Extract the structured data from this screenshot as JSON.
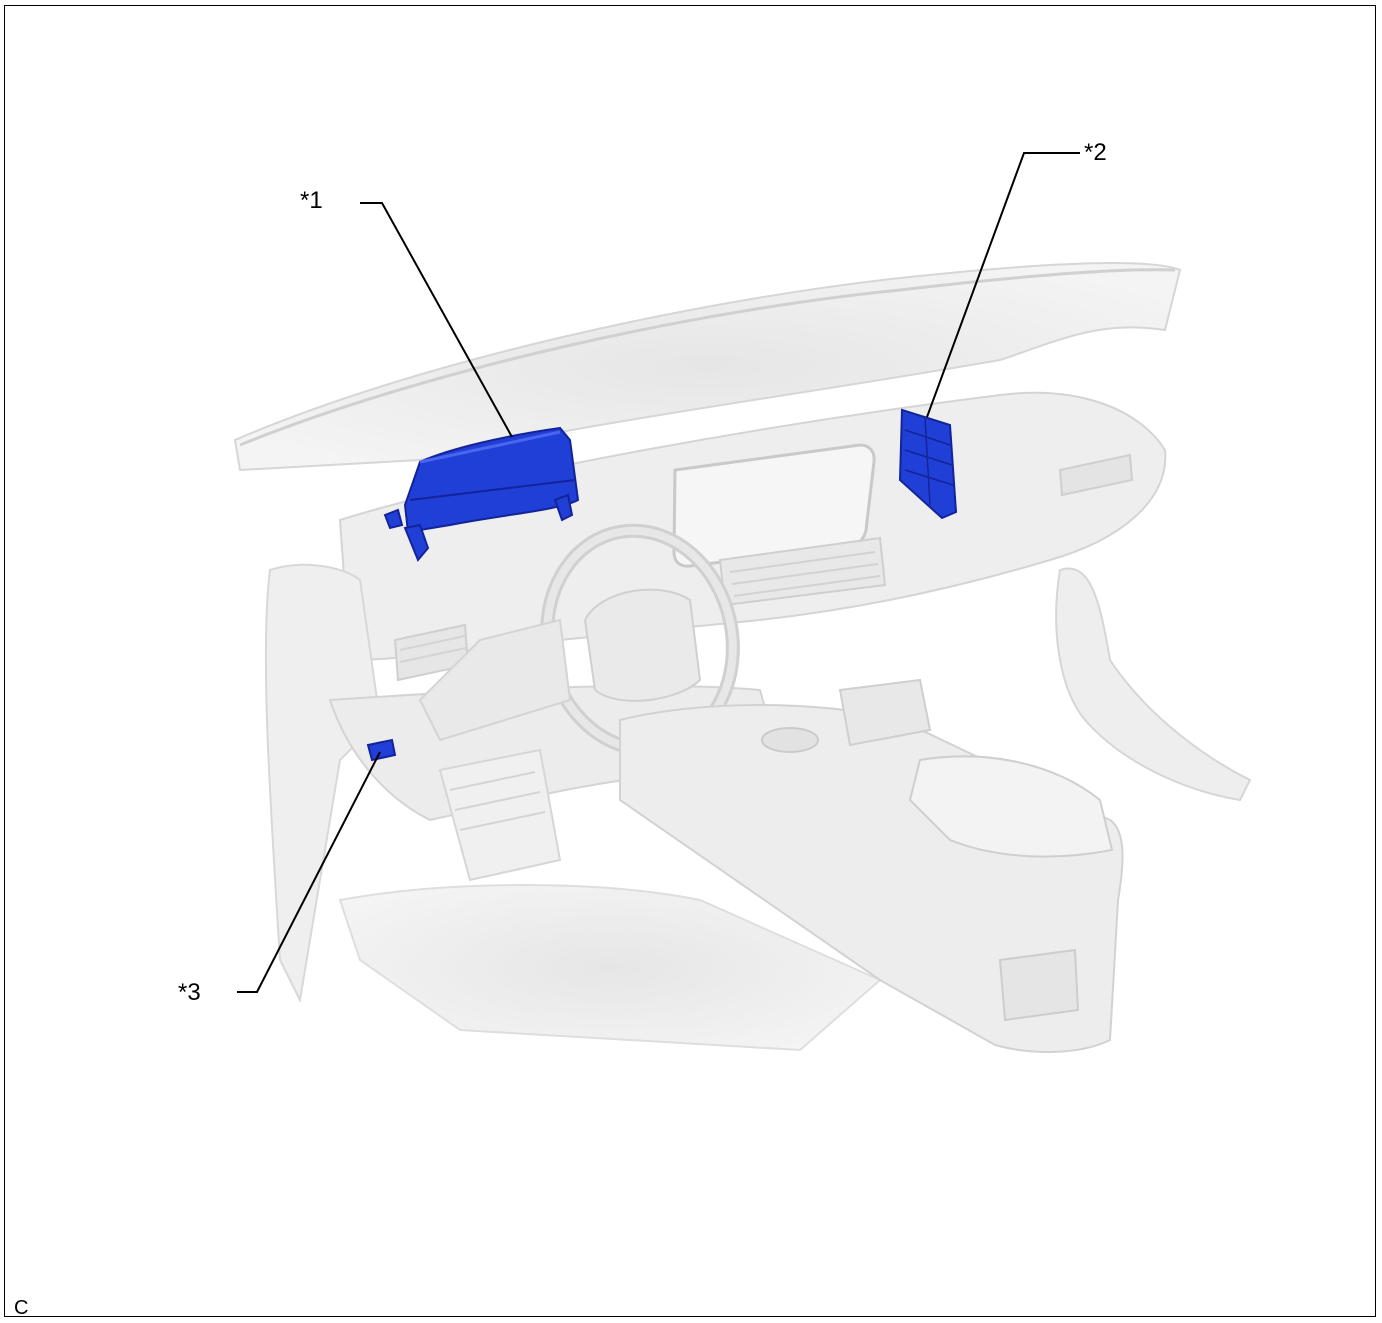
{
  "diagram": {
    "callouts": [
      {
        "id": "c1",
        "label": "*1"
      },
      {
        "id": "c2",
        "label": "*2"
      },
      {
        "id": "c3",
        "label": "*3"
      }
    ],
    "figure_code": "C",
    "colors": {
      "highlight": "#1f3fd6",
      "highlight_dark": "#13249a",
      "interior": "#ececec",
      "interior_shade": "#dcdcdc",
      "leader": "#000000"
    }
  }
}
